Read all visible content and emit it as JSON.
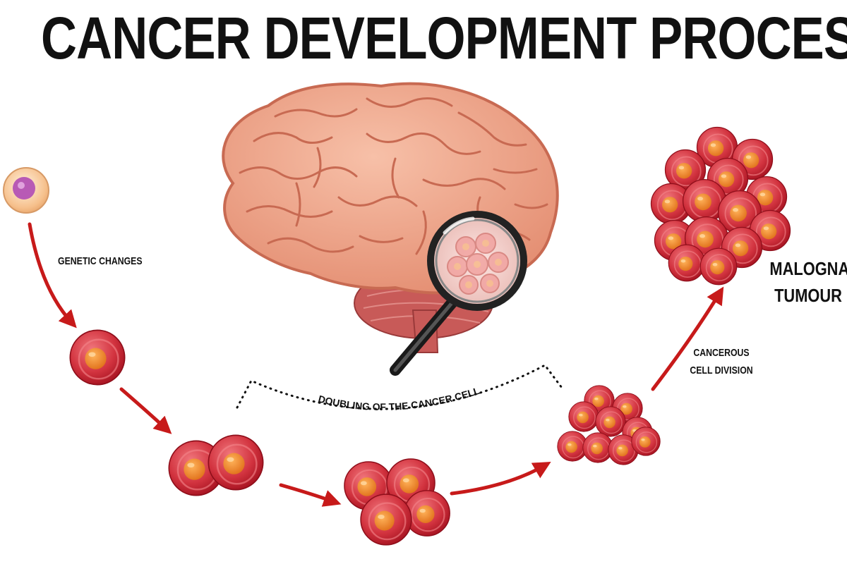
{
  "title": "CANCER DEVELOPMENT PROCESS",
  "labels": {
    "genetic_changes": "GENETIC CHANGES",
    "doubling": "DOUBLING OF THE CANCER CELL",
    "division_line1": "CANCEROUS",
    "division_line2": "CELL DIVISION",
    "malignant_line1": "MALOGNAN",
    "malignant_line2": "TUMOUR"
  },
  "colors": {
    "cell_red": "#d2333f",
    "cell_dark": "#a3111f",
    "nucleus": "#f08a2c",
    "normal_cell": "#f6c08c",
    "normal_nucleus": "#b85ab5",
    "arrow": "#c71a1a",
    "brain": "#f2a78c",
    "brain_line": "#c86a52"
  }
}
